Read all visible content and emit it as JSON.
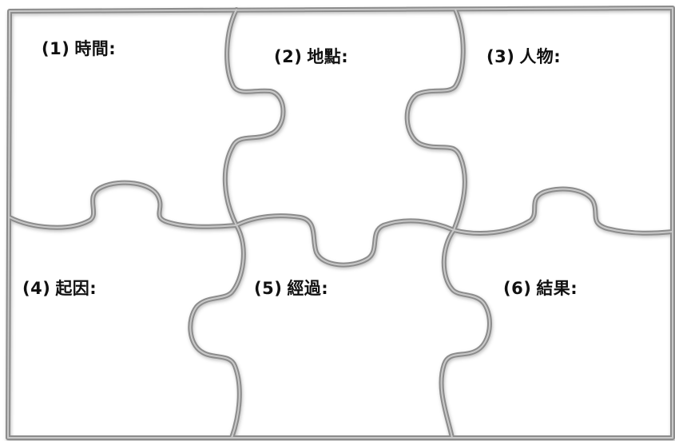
{
  "colors": {
    "outline": "#8c8c8c",
    "outline_inner": "#c8c8c8",
    "piece_fill": "#ffffff",
    "text": "#111111"
  },
  "pieces": [
    {
      "number": "(1)",
      "label": "時間:"
    },
    {
      "number": "(2)",
      "label": "地點:"
    },
    {
      "number": "(3)",
      "label": "人物:"
    },
    {
      "number": "(4)",
      "label": "起因:"
    },
    {
      "number": "(5)",
      "label": "經過:"
    },
    {
      "number": "(6)",
      "label": "結果:"
    }
  ]
}
